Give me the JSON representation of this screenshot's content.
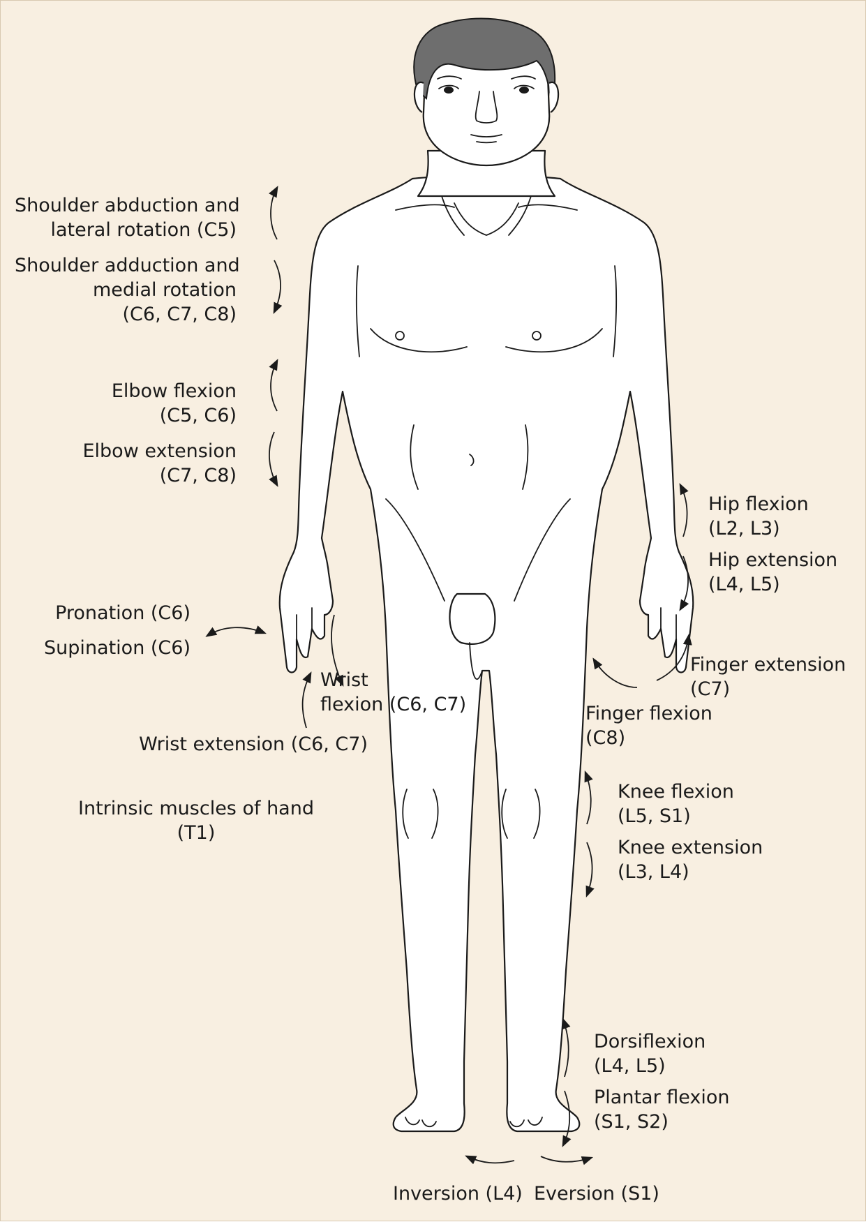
{
  "colors": {
    "background": "#f8efe1",
    "outline": "#1a1a1a",
    "hair": "#6e6e6e",
    "skin": "#ffffff"
  },
  "labels": {
    "shoulder_abduction": [
      "Shoulder abduction and",
      "lateral rotation (C5)"
    ],
    "shoulder_adduction": [
      "Shoulder adduction and",
      "medial rotation",
      "(C6, C7, C8)"
    ],
    "elbow_flexion": [
      "Elbow flexion",
      "(C5, C6)"
    ],
    "elbow_extension": [
      "Elbow extension",
      "(C7, C8)"
    ],
    "pronation": "Pronation (C6)",
    "supination": "Supination (C6)",
    "wrist_flexion": [
      "Wrist",
      "flexion (C6, C7)"
    ],
    "wrist_extension": "Wrist extension (C6, C7)",
    "intrinsic": [
      "Intrinsic muscles of hand",
      "(T1)"
    ],
    "hip_flexion": [
      "Hip flexion",
      "(L2, L3)"
    ],
    "hip_extension": [
      "Hip extension",
      "(L4, L5)"
    ],
    "finger_extension": [
      "Finger extension",
      "(C7)"
    ],
    "finger_flexion": [
      "Finger flexion",
      "(C8)"
    ],
    "knee_flexion": [
      "Knee flexion",
      "(L5, S1)"
    ],
    "knee_extension": [
      "Knee extension",
      "(L3, L4)"
    ],
    "dorsiflexion": [
      "Dorsiflexion",
      "(L4, L5)"
    ],
    "plantar_flexion": [
      "Plantar flexion",
      "(S1, S2)"
    ],
    "inversion": "Inversion (L4)",
    "eversion": "Eversion (S1)"
  },
  "icons": {
    "figure": "human-figure-anterior",
    "arrows": [
      "curved-arrow-up",
      "curved-arrow-down",
      "double-headed-curved-arrow"
    ]
  }
}
